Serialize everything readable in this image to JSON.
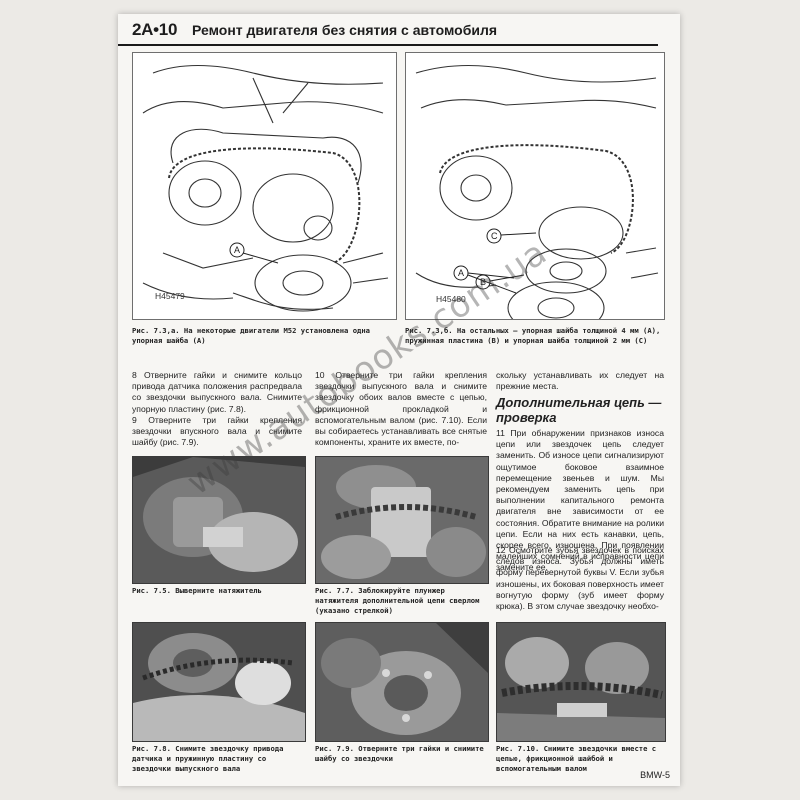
{
  "header": {
    "code": "2A•10",
    "title": "Ремонт двигателя без снятия с автомобиля"
  },
  "figures": {
    "fig_7_3a": {
      "id_label": "H45479",
      "callout_a": "A",
      "caption": "Рис. 7.3,а. На некоторые двигатели M52 установлена одна упорная шайба (A)"
    },
    "fig_7_3b": {
      "id_label": "H45480",
      "callout_a": "A",
      "callout_b": "B",
      "callout_c": "C",
      "caption": "Рис. 7.3,б. На остальных — упорная шайба толщиной 4 мм (A), пружинная пластина (B) и упорная шайба толщиной 2 мм (C)"
    }
  },
  "columns": {
    "col1": "8 Отверните гайки и снимите кольцо привода датчика положения распредвала со звездочки выпускного вала. Снимите упорную пластину (рис. 7.8).\n9 Отверните три гайки крепления звездочки впускного вала и снимите шайбу (рис. 7.9).",
    "col2": "10 Отверните три гайки крепления звездочки выпускного вала и снимите звездочку обоих валов вместе с цепью, фрикционной прокладкой и вспомогательным валом (рис. 7.10). Если вы собираетесь устанавливать все снятые компоненты, храните их вместе, по-",
    "col3_top": "скольку устанавливать их следует на прежние места.",
    "section_heading": "Дополнительная цепь — проверка",
    "col3_p11": "11 При обнаружении признаков износа цепи или звездочек цепь следует заменить. Об износе цепи сигнализируют ощутимое боковое взаимное перемещение звеньев и шум. Мы рекомендуем заменить цепь при выполнении капитального ремонта двигателя вне зависимости от ее состояния. Обратите внимание на ролики цепи. Если на них есть канавки, цепь, скорее всего, изношена. При появлении малейших сомнений в исправности цепи замените ее.",
    "col3_p12": "12 Осмотрите зубья звездочек в поисках следов износа. Зубья должны иметь форму перевернутой буквы V. Если зубья изношены, их боковая поверхность имеет вогнутую форму (зуб имеет форму крюка). В этом случае звездочку необхо-"
  },
  "photos": {
    "p_7_5": {
      "caption": "Рис. 7.5. Выверните натяжитель"
    },
    "p_7_7": {
      "caption": "Рис. 7.7. Заблокируйте плунжер натяжителя дополнительной цепи сверлом (указано стрелкой)"
    },
    "p_7_8": {
      "caption": "Рис. 7.8. Снимите звездочку привода датчика и пружинную пластину со звездочки выпускного вала"
    },
    "p_7_9": {
      "caption": "Рис. 7.9. Отверните три гайки и снимите шайбу со звездочки"
    },
    "p_7_10": {
      "caption": "Рис. 7.10. Снимите звездочки вместе с цепью, фрикционной шайбой и вспомогательным валом"
    }
  },
  "watermark": "www.autobooks.com.ua",
  "footer": {
    "page": "BMW-5"
  },
  "colors": {
    "page": "#f7f6f3",
    "rule": "#1a1a1a",
    "text": "#222222"
  }
}
